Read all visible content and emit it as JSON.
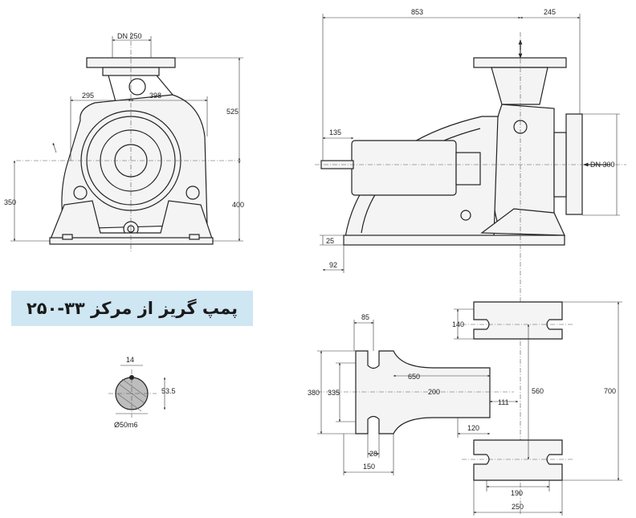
{
  "title": "پمپ گریز از مرکز ۳۳-۲۵۰",
  "front_view": {
    "flange_label": "DN 250",
    "dim_left": "295",
    "dim_right": "398",
    "dim_top": "525",
    "dim_bottom": "400",
    "dim_shaft_height": "350"
  },
  "side_view": {
    "dim_length": "853",
    "dim_outlet": "245",
    "dim_shaft_ext": "135",
    "inlet_label": "DN 300",
    "dim_foot": "25",
    "dim_base": "92"
  },
  "shaft_section": {
    "dim_key": "14",
    "dim_height": "53.5",
    "dim_diameter": "Ø50m6"
  },
  "base_plate": {
    "dim_slot": "85",
    "dim_width_outer": "380",
    "dim_width_inner": "335",
    "dim_length": "650",
    "dim_center": "200",
    "dim_end": "111",
    "dim_end_width": "120",
    "dim_slot_bottom": "28",
    "dim_bottom": "150"
  },
  "foot_plate": {
    "dim_top": "140",
    "dim_spacing": "560",
    "dim_total": "700",
    "dim_inner": "190",
    "dim_outer": "250"
  },
  "colors": {
    "title_bg": "#cfe6f3",
    "line": "#222222"
  }
}
